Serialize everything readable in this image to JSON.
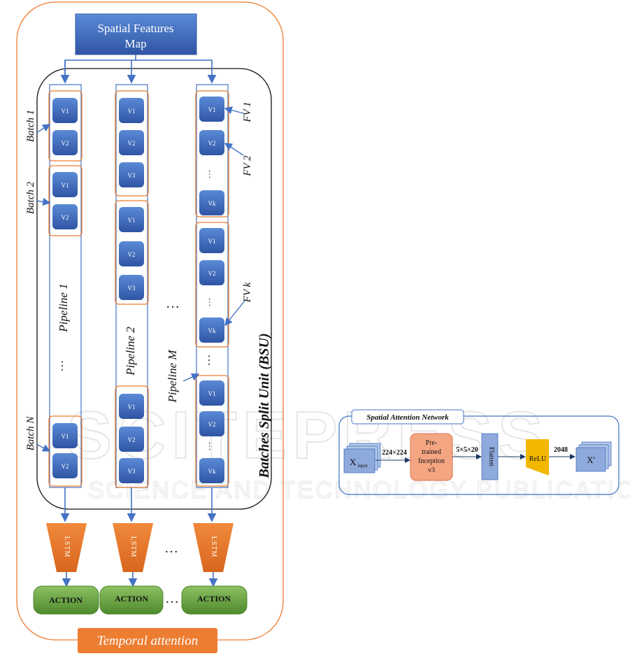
{
  "left_figure": {
    "spatial_features_map": {
      "line1": "Spatial Features",
      "line2": "Map"
    },
    "bsu_label": "Batches Split Unit (BSU)",
    "temporal_attention_label": "Temporal attention",
    "pipelines": [
      {
        "label": "Pipeline 1"
      },
      {
        "label": "Pipeline 2"
      },
      {
        "label": "Pipeline M"
      }
    ],
    "batch_labels": [
      "Batch 1",
      "Batch 2",
      "Batch N"
    ],
    "fv_labels": [
      "FV 1",
      "FV 2",
      "FV k"
    ],
    "vector_labels": {
      "v1": "V1",
      "v2": "V2",
      "v3": "V3",
      "vk": "Vk"
    },
    "lstm_label": "LSTM",
    "action_label": "ACTION",
    "ellipsis": "…"
  },
  "right_figure": {
    "title": "Spatial Attention Network",
    "input_label": "X",
    "input_subscript": "input",
    "dim_224": "224×224",
    "inception": {
      "line1": "Pre-",
      "line2": "trained",
      "line3": "Inception",
      "line4": "v3"
    },
    "dim_5": "5×5×20",
    "flatten_label": "Flatten",
    "relu_label": "ReLU",
    "dim_2048": "2048",
    "output_label": "X'"
  },
  "watermark": {
    "line1": "SCITEPRESS",
    "line2": "SCIENCE AND TECHNOLOGY PUBLICATIONS"
  },
  "colors": {
    "blue_box": "#4472c4",
    "blue_dark": "#2f55a4",
    "orange": "#ed7d31",
    "green": "#70ad47",
    "relu_yellow": "#f2b800",
    "inception_salmon": "#f4a582",
    "light_blue": "#8ea9db"
  }
}
